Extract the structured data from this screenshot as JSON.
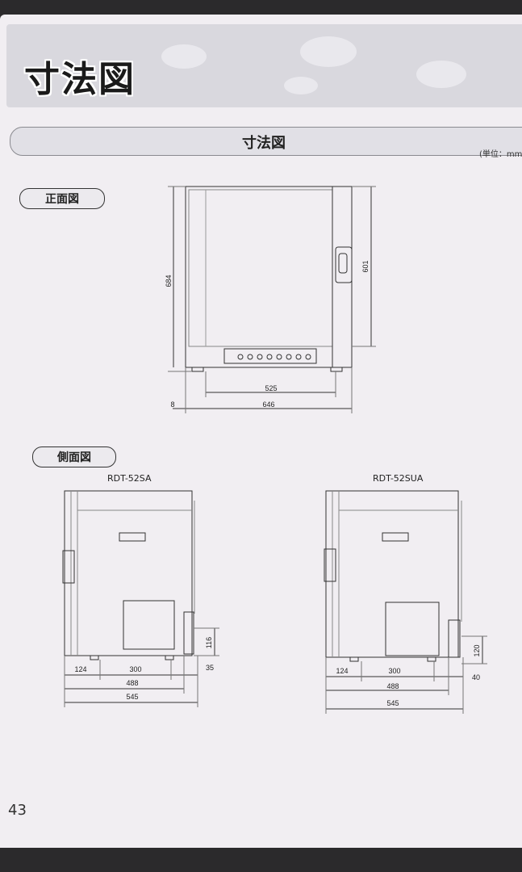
{
  "header": {
    "title": "寸法図"
  },
  "section": {
    "title": "寸法図",
    "unit": "(単位：mm"
  },
  "front_view": {
    "label": "正面図",
    "dims": {
      "height_total": "684",
      "height_body": "601",
      "width_feet": "525",
      "width_total": "646",
      "left_offset": "8"
    }
  },
  "side_view": {
    "label": "側面図",
    "models": [
      {
        "name": "RDT-52SA",
        "dims": {
          "a": "124",
          "b": "300",
          "c": "35",
          "d": "488",
          "e": "545",
          "h": "116"
        }
      },
      {
        "name": "RDT-52SUA",
        "dims": {
          "a": "124",
          "b": "300",
          "c": "40",
          "d": "488",
          "e": "545",
          "h": "120"
        }
      }
    ]
  },
  "footer": {
    "page_number": "43"
  }
}
